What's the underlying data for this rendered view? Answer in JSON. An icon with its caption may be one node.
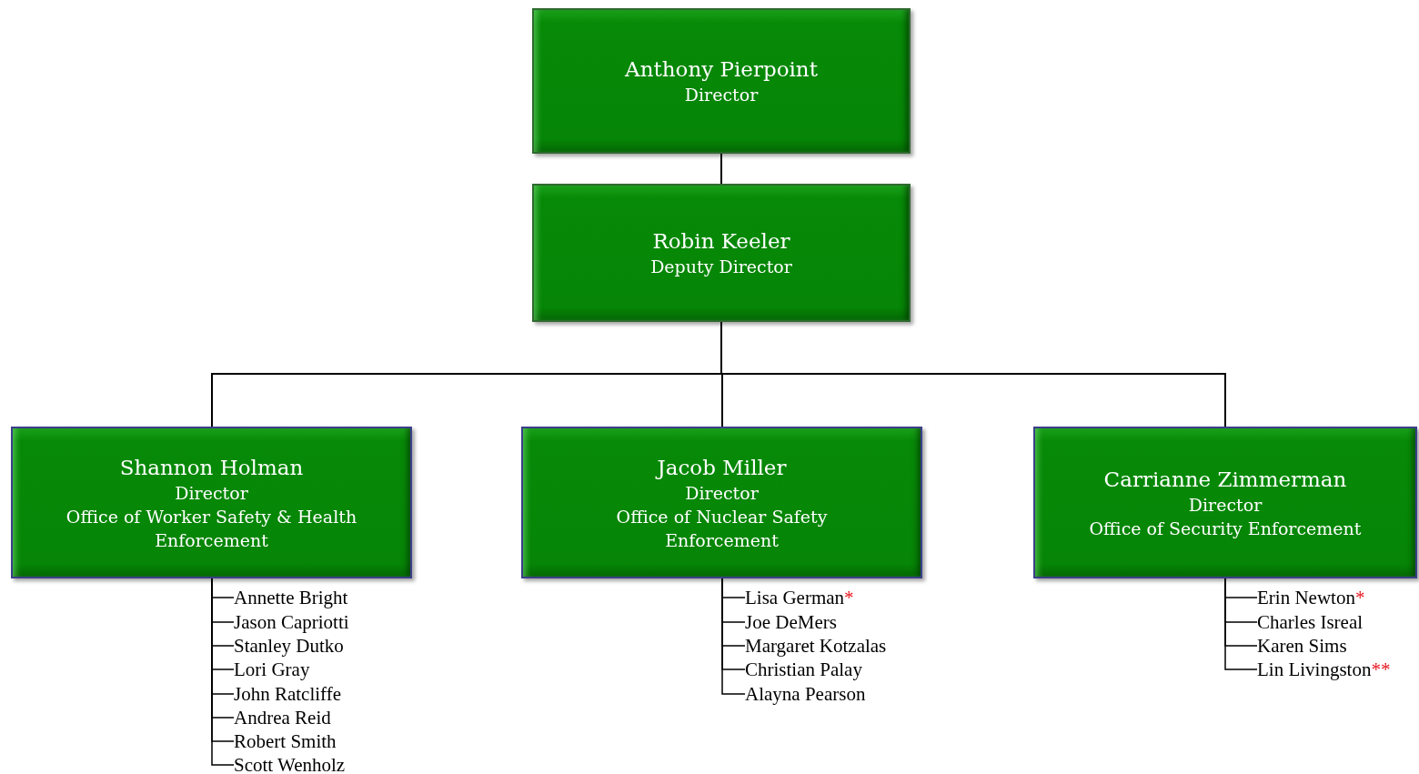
{
  "diagram": {
    "nodes": [
      {
        "text": [
          "Anthony Pierpoint",
          "Director"
        ]
      },
      {
        "text": [
          "Robin Keeler",
          "Deputy Director"
        ]
      },
      {
        "text": [
          "Shannon Holman",
          "Director",
          "Office of Worker Safety & Health Enforcement"
        ]
      },
      {
        "text": [
          "Jacob Miller",
          "Director",
          "Office of Nuclear Safety Enforcement"
        ]
      },
      {
        "text": [
          "Carrianne Zimmerman",
          "Director",
          "Office of Security Enforcement"
        ]
      },
      {
        "text": [
          "Annette Bright"
        ]
      },
      {
        "text": [
          "Jason Capriotti"
        ]
      },
      {
        "text": [
          "Stanley Dutko"
        ]
      },
      {
        "text": [
          "Lori Gray"
        ]
      },
      {
        "text": [
          "John Ratcliffe"
        ]
      },
      {
        "text": [
          "Andrea Reid"
        ]
      },
      {
        "text": [
          "Robert Smith"
        ]
      },
      {
        "text": [
          "Scott Wenholz"
        ]
      },
      {
        "text": [
          "Lisa German"
        ],
        "beside": [
          "*"
        ]
      },
      {
        "text": [
          "Joe DeMers"
        ]
      },
      {
        "text": [
          "Margaret Kotzalas"
        ]
      },
      {
        "text": [
          "Christian Palay"
        ]
      },
      {
        "text": [
          "Alayna Pearson"
        ]
      },
      {
        "text": [
          "Erin Newton"
        ],
        "beside": [
          "*"
        ]
      },
      {
        "text": [
          "Charles Isreal"
        ]
      },
      {
        "text": [
          "Karen Sims"
        ]
      },
      {
        "text": [
          "Lin Livingston"
        ],
        "beside": [
          "**"
        ]
      }
    ],
    "edges": [
      {
        "from": 0,
        "to": 1,
        "arrow": "none"
      },
      {
        "from": 1,
        "to": 2,
        "arrow": "none"
      },
      {
        "from": 1,
        "to": 3,
        "arrow": "none"
      },
      {
        "from": 1,
        "to": 4,
        "arrow": "none"
      },
      {
        "from": 2,
        "to": 5,
        "arrow": "none"
      },
      {
        "from": 2,
        "to": 6,
        "arrow": "none"
      },
      {
        "from": 2,
        "to": 7,
        "arrow": "none"
      },
      {
        "from": 2,
        "to": 8,
        "arrow": "none"
      },
      {
        "from": 2,
        "to": 9,
        "arrow": "none"
      },
      {
        "from": 2,
        "to": 10,
        "arrow": "none"
      },
      {
        "from": 2,
        "to": 11,
        "arrow": "none"
      },
      {
        "from": 2,
        "to": 12,
        "arrow": "none"
      },
      {
        "from": 3,
        "to": 13,
        "arrow": "none"
      },
      {
        "from": 3,
        "to": 14,
        "arrow": "none"
      },
      {
        "from": 3,
        "to": 15,
        "arrow": "none"
      },
      {
        "from": 3,
        "to": 16,
        "arrow": "none"
      },
      {
        "from": 3,
        "to": 17,
        "arrow": "none"
      },
      {
        "from": 4,
        "to": 18,
        "arrow": "none"
      },
      {
        "from": 4,
        "to": 19,
        "arrow": "none"
      },
      {
        "from": 4,
        "to": 20,
        "arrow": "none"
      },
      {
        "from": 4,
        "to": 21,
        "arrow": "none"
      }
    ]
  }
}
